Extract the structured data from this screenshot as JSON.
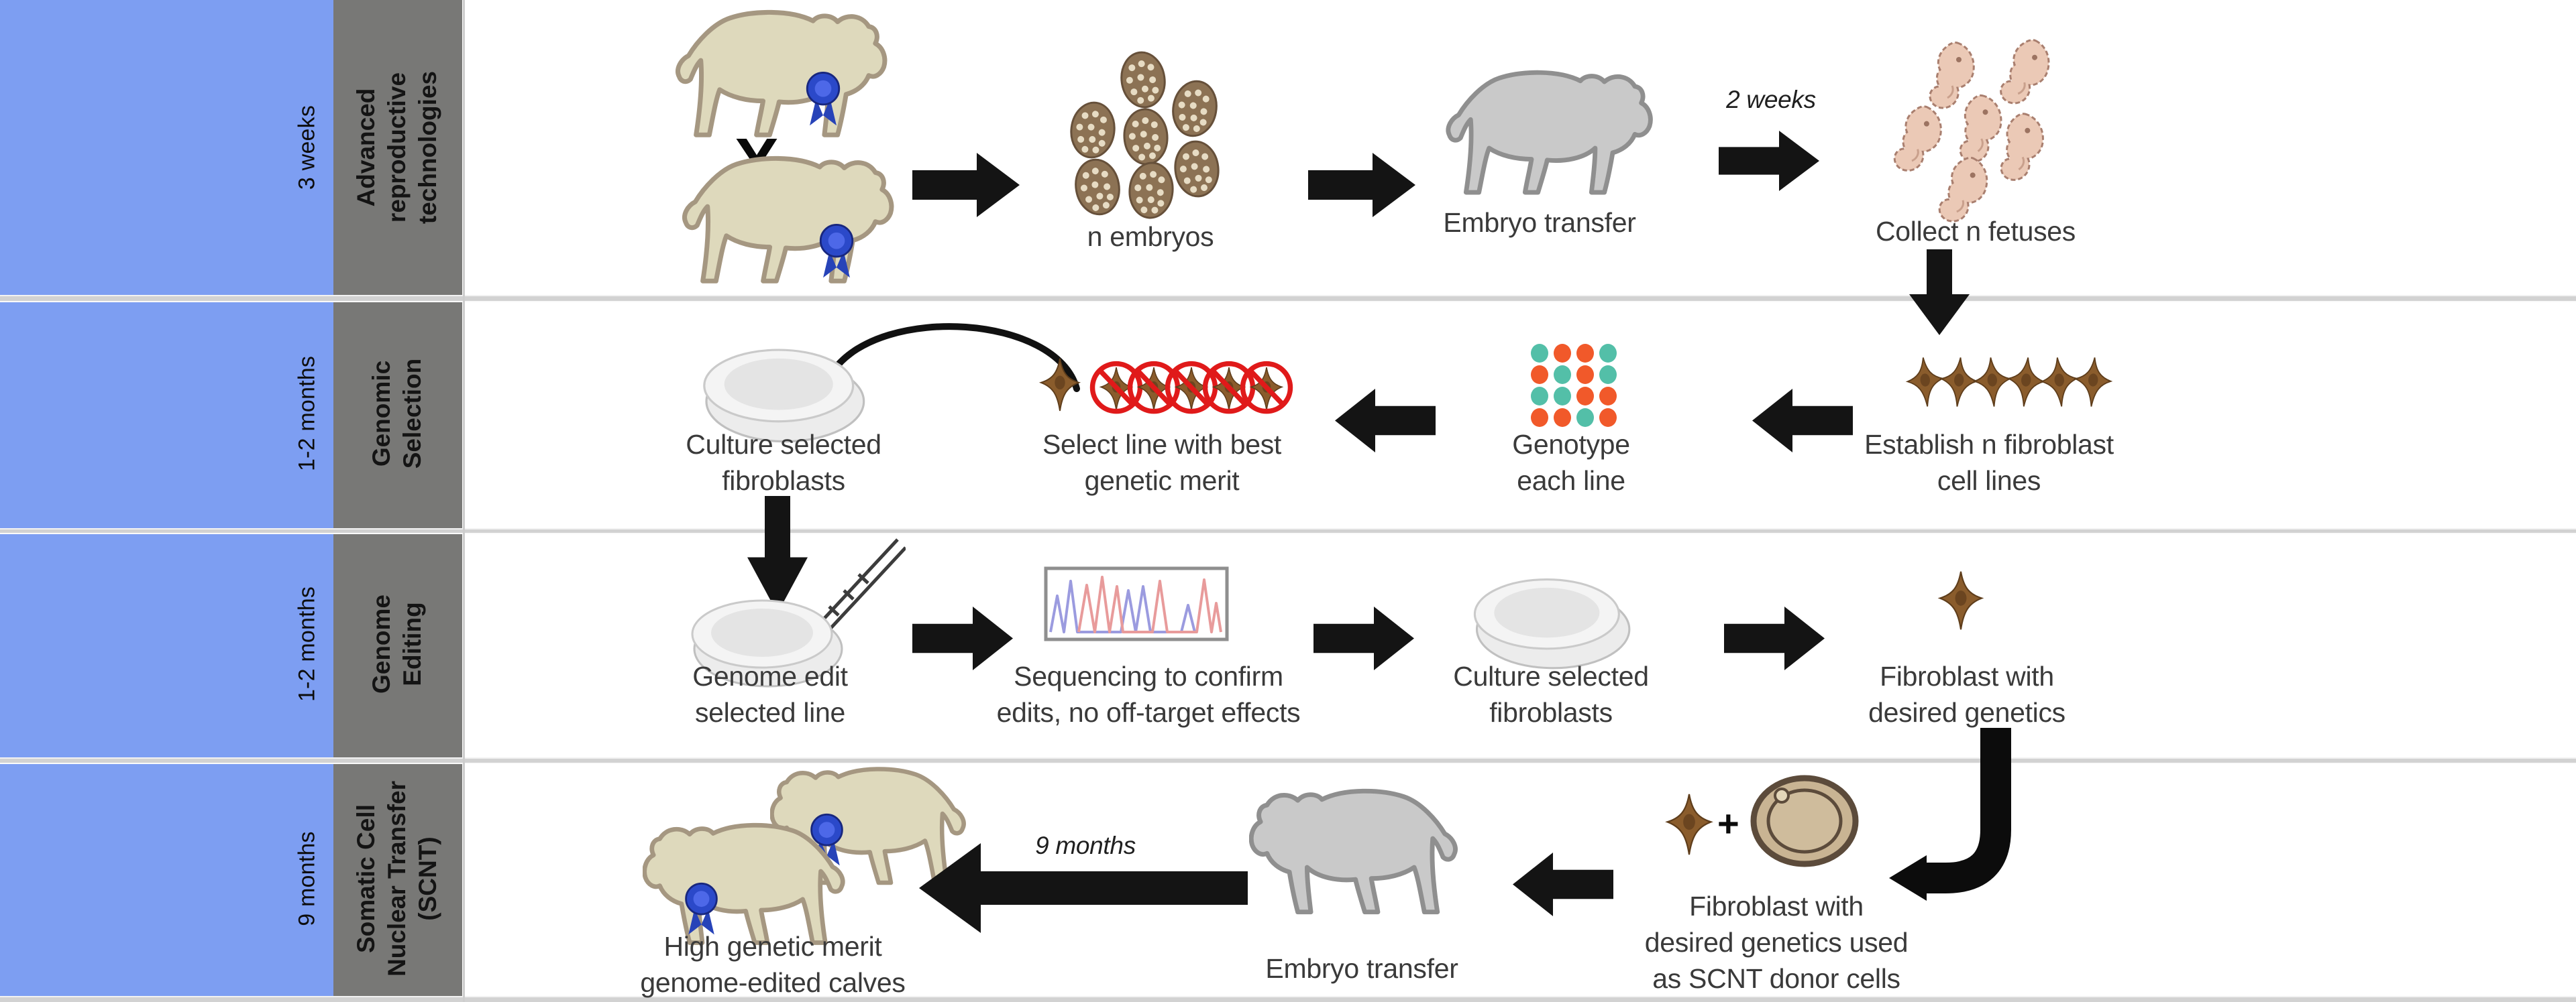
{
  "sidebar": {
    "time_column_color": "#7D9EF2",
    "category_column_color": "#787876",
    "rows": [
      {
        "duration": "3 weeks",
        "category": "Advanced\nreproductive\ntechnologies"
      },
      {
        "duration": "1-2 months",
        "category": "Genomic\nSelection"
      },
      {
        "duration": "1-2 months",
        "category": "Genome\nEditing"
      },
      {
        "duration": "9 months",
        "category": "Somatic Cell\nNuclear Transfer\n(SCNT)"
      }
    ]
  },
  "row1": {
    "cross_symbol": "X",
    "embryos_label": "n embryos",
    "embryo_transfer_label": "Embryo transfer",
    "arrow_caption": "2 weeks",
    "collect_fetuses_label": "Collect n fetuses",
    "embryo_count": 7,
    "fetus_count": 6
  },
  "row2": {
    "culture_label": "Culture selected\nfibroblasts",
    "select_label": "Select line with best\ngenetic merit",
    "genotype_label": "Genotype\neach line",
    "establish_label": "Establish n fibroblast\ncell lines",
    "cell_line_count": 6,
    "rejected_line_count": 5
  },
  "row3": {
    "genome_edit_label": "Genome edit\nselected line",
    "sequencing_label": "Sequencing to confirm\nedits, no off-target effects",
    "culture_label": "Culture selected\nfibroblasts",
    "fibroblast_label": "Fibroblast with\ndesired genetics"
  },
  "row4": {
    "calves_label": "High genetic merit\ngenome-edited calves",
    "arrow_caption": "9 months",
    "embryo_transfer_label": "Embryo transfer",
    "plus_symbol": "+",
    "scnt_label": "Fibroblast with\ndesired genetics used\nas SCNT donor cells"
  },
  "genotype_grid": {
    "teal": "#53BFA8",
    "orange": "#F1592A",
    "matrix": [
      [
        "t",
        "o",
        "o",
        "t"
      ],
      [
        "o",
        "t",
        "o",
        "t"
      ],
      [
        "t",
        "t",
        "o",
        "o"
      ],
      [
        "o",
        "o",
        "t",
        "o"
      ]
    ]
  },
  "colors": {
    "prohibition_red": "#E01A1A",
    "ribbon_blue": "#2B49C9",
    "cattle_beige": "#DED9BC",
    "cow_gray": "#C9C9C9",
    "fibroblast_brown": "#8A5C2C",
    "chromatogram_blue": "#9B9BDF",
    "chromatogram_red": "#E89B9B"
  }
}
